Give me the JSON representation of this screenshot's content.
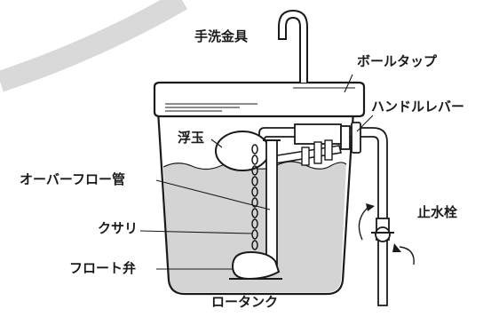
{
  "labels": {
    "faucet": "手洗金具",
    "ball_tap": "ボールタップ",
    "handle_lever": "ハンドルレバー",
    "float_ball": "浮玉",
    "overflow_pipe": "オーバーフロー管",
    "chain": "クサリ",
    "stop_valve": "止水栓",
    "flush_valve": "フロート弁",
    "tank": "ロータンク"
  },
  "colors": {
    "water": "#d4d4d4",
    "outline": "#1a1a1a",
    "swoosh": "#d9d9d9",
    "background": "#ffffff"
  }
}
